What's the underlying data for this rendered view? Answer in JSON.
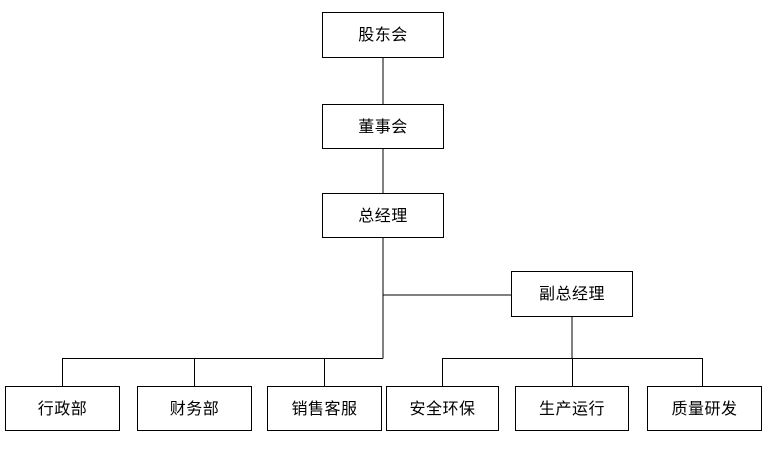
{
  "chart": {
    "type": "org-chart",
    "title": "",
    "background_color": "#ffffff",
    "line_color": "#000000",
    "box_fill": "#ffffff",
    "text_color": "#000000",
    "levels": [
      {
        "level": 1,
        "nodes": [
          {
            "id": "shareholders",
            "label": "股东会"
          }
        ]
      },
      {
        "level": 2,
        "nodes": [
          {
            "id": "board",
            "label": "董事会"
          }
        ]
      },
      {
        "level": 3,
        "nodes": [
          {
            "id": "general-manager",
            "label": "总经理"
          }
        ]
      },
      {
        "level": 4,
        "nodes": [
          {
            "id": "deputy-general-manager",
            "label": "副总经理"
          }
        ]
      },
      {
        "level": 5,
        "nodes": [
          {
            "id": "administration",
            "label": "行政部"
          },
          {
            "id": "finance",
            "label": "财务部"
          },
          {
            "id": "sales-service",
            "label": "销售客服"
          },
          {
            "id": "safety-environment",
            "label": "安全环保"
          },
          {
            "id": "production-operations",
            "label": "生产运行"
          },
          {
            "id": "quality-rnd",
            "label": "质量研发"
          }
        ]
      }
    ],
    "edges": [
      {
        "from": "shareholders",
        "to": "board"
      },
      {
        "from": "board",
        "to": "general-manager"
      },
      {
        "from": "general-manager",
        "to": "deputy-general-manager"
      },
      {
        "from": "general-manager",
        "to": "administration"
      },
      {
        "from": "general-manager",
        "to": "finance"
      },
      {
        "from": "general-manager",
        "to": "sales-service"
      },
      {
        "from": "deputy-general-manager",
        "to": "safety-environment"
      },
      {
        "from": "deputy-general-manager",
        "to": "production-operations"
      },
      {
        "from": "deputy-general-manager",
        "to": "quality-rnd"
      }
    ]
  },
  "nodes": {
    "shareholders": "股东会",
    "board": "董事会",
    "general_manager": "总经理",
    "deputy_general_manager": "副总经理",
    "administration": "行政部",
    "finance": "财务部",
    "sales_service": "销售客服",
    "safety_environment": "安全环保",
    "production_operations": "生产运行",
    "quality_rnd": "质量研发"
  }
}
